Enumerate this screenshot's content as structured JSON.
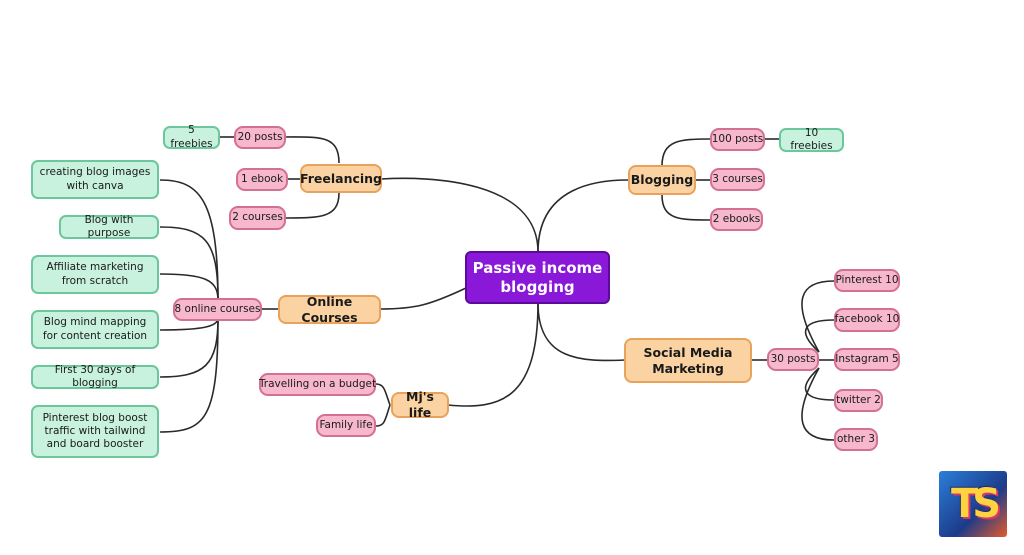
{
  "center": {
    "title": "Passive income blogging"
  },
  "branches": {
    "freelancing": "Freelancing",
    "online_courses": "Online Courses",
    "mjs_life": "Mj's life",
    "blogging": "Blogging",
    "social_media": "Social Media Marketing"
  },
  "freelancing": {
    "posts": "20 posts",
    "freebies": "5 freebies",
    "ebook": "1 ebook",
    "courses": "2 courses"
  },
  "online_courses": {
    "hub": "8 online courses",
    "items": [
      "creating blog images with canva",
      "Blog with purpose",
      "Affiliate marketing from scratch",
      "Blog mind mapping for content creation",
      "First 30 days of blogging",
      "Pinterest blog boost traffic with tailwind and board booster"
    ]
  },
  "mjs_life": {
    "items": [
      "Travelling on a budget",
      "Family life"
    ]
  },
  "blogging": {
    "posts": "100 posts",
    "freebies": "10 freebies",
    "courses": "3 courses",
    "ebooks": "2 ebooks"
  },
  "social_media": {
    "hub": "30 posts",
    "items": [
      "Pinterest 10",
      "facebook 10",
      "Instagram 5",
      "twitter 2",
      "other 3"
    ]
  },
  "colors": {
    "center": "#8a18d8",
    "branch": "#fbd3a3",
    "leaf_pink": "#f7b7cd",
    "leaf_green": "#c8f2dd"
  },
  "logo": {
    "text": "TS",
    "icon": "ts-logo-icon"
  }
}
